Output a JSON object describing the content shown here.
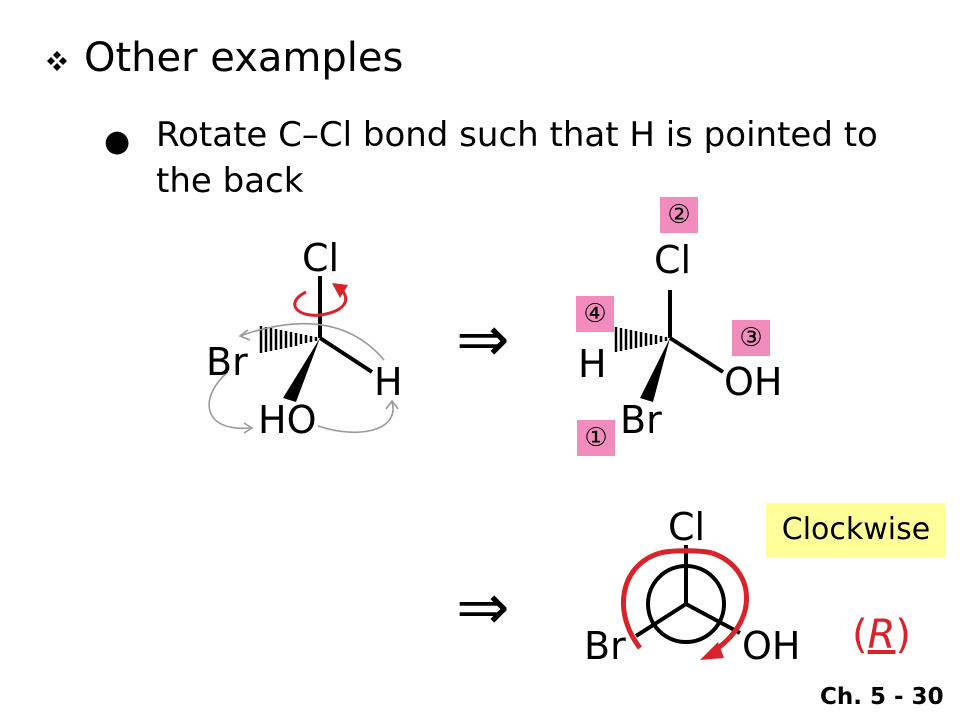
{
  "slide": {
    "title": "Other examples",
    "bullet_icon": "diamond-bullet-icon",
    "bullet_text": "Rotate C–Cl bond such that H is pointed to the back",
    "implies_symbol": "⇒",
    "footer": "Ch. 5 - 30"
  },
  "molecule_left": {
    "top": "Cl",
    "left": "Br",
    "right": "H",
    "bottom": "HO"
  },
  "molecule_middle": {
    "top": "Cl",
    "left": "H",
    "right": "OH",
    "bottom": "Br",
    "priority_top": "②",
    "priority_left": "④",
    "priority_right": "③",
    "priority_bottom": "①"
  },
  "newman": {
    "top": "Cl",
    "left": "Br",
    "right": "OH",
    "direction_label": "Clockwise",
    "config_open": "(",
    "config_letter": "R",
    "config_close": ")"
  },
  "colors": {
    "arrow_red": "#d8232a",
    "priority_pink": "#f28cbc",
    "label_yellow": "#ffff99",
    "path_gray": "#9a9a9a"
  }
}
